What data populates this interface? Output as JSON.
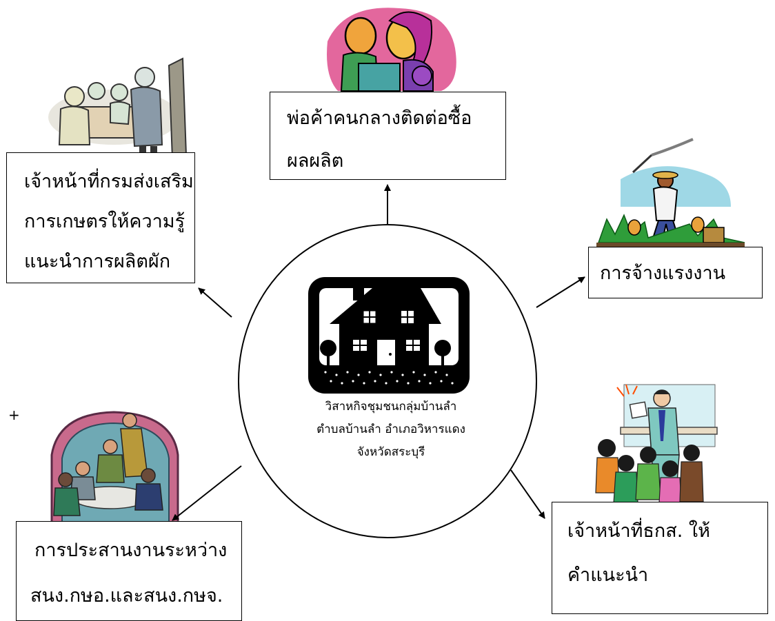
{
  "center": {
    "line1": "วิสาหกิจชุมชนกลุ่มบ้านลำ",
    "line2": "ตำบลบ้านลำ  อำเภอวิหารแดง",
    "line3": "จังหวัดสระบุรี"
  },
  "nodes": {
    "extension": {
      "line1": "เจ้าหน้าที่กรมส่งเสริม",
      "line2": "การเกษตรให้ความรู้",
      "line3": "แนะนำการผลิตผัก"
    },
    "middleman": {
      "line1": "พ่อค้าคนกลางติดต่อซื้อ",
      "line2": "ผลผลิต"
    },
    "labor": {
      "line1": "การจ้างแรงงาน"
    },
    "coordination": {
      "line1": "การประสานงานระหว่าง",
      "line2": "สนง.กษอ.และสนง.กษจ."
    },
    "baac": {
      "line1": "เจ้าหน้าที่ธกส. ให้",
      "line2": "คำแนะนำ"
    }
  },
  "marker": "+",
  "icons": {
    "center": "house-icon",
    "extension": "meeting-clipart-icon",
    "middleman": "trade-handshake-clipart-icon",
    "labor": "farmer-harvest-clipart-icon",
    "coordination": "conference-clipart-icon",
    "baac": "presenter-audience-clipart-icon"
  }
}
